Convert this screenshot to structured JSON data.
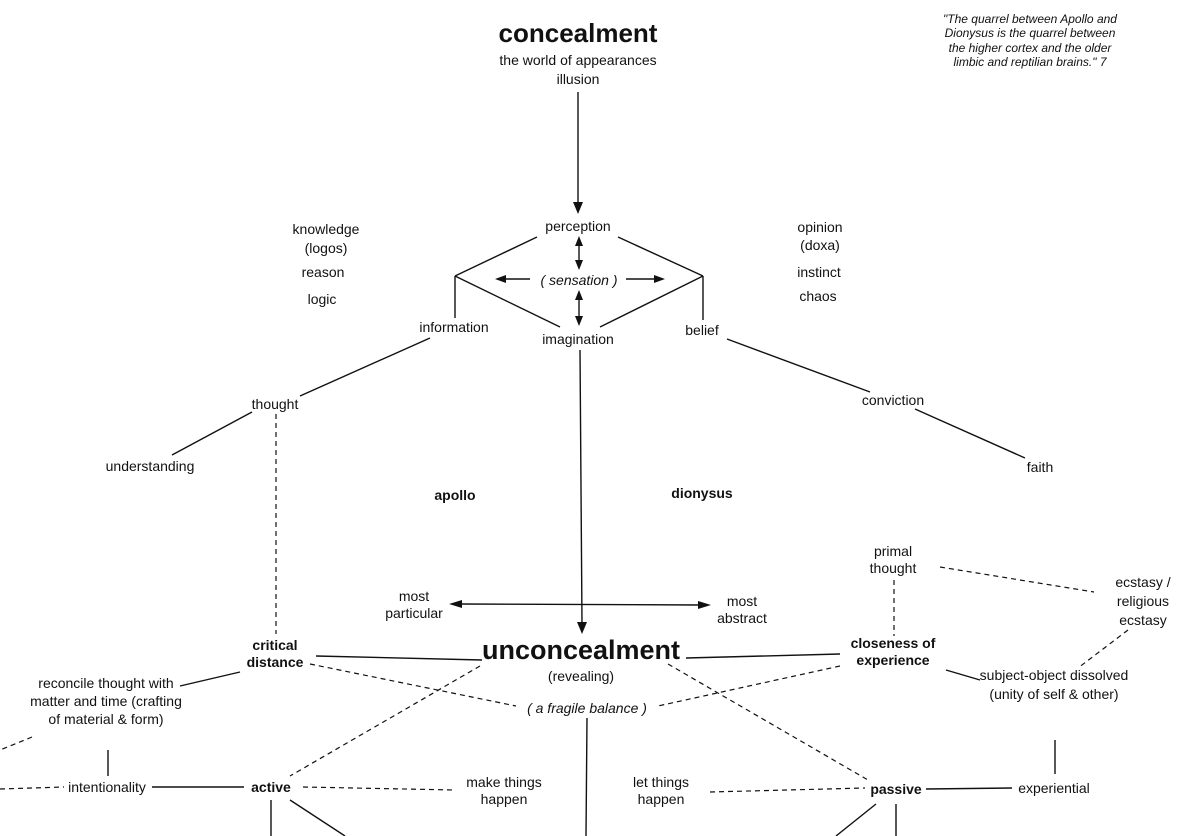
{
  "quote": "\"The quarrel between Apollo and Dionysus is the quarrel between the higher cortex and the older limbic and reptilian brains.\" 7",
  "top": {
    "title": "concealment",
    "subtitle": "the world of appearances",
    "sub2": "illusion"
  },
  "left_terms": {
    "knowledge": "knowledge",
    "logos": "(logos)",
    "reason": "reason",
    "logic": "logic"
  },
  "right_terms": {
    "opinion": "opinion",
    "doxa": "(doxa)",
    "instinct": "instinct",
    "chaos": "chaos"
  },
  "diamond": {
    "perception": "perception",
    "sensation": "( sensation )",
    "imagination": "imagination",
    "information": "information",
    "belief": "belief"
  },
  "left_branch": {
    "thought": "thought",
    "understanding": "understanding",
    "apollo": "apollo"
  },
  "right_branch": {
    "conviction": "conviction",
    "faith": "faith",
    "dionysus": "dionysus"
  },
  "axis": {
    "most_particular": "most particular",
    "most_abstract": "most abstract"
  },
  "center": {
    "title": "unconcealment",
    "revealing": "(revealing)",
    "balance": "( a fragile balance )"
  },
  "left_lower": {
    "critical_distance": "critical distance",
    "reconcile": "reconcile thought with matter and time (crafting of material & form)",
    "intentionality": "intentionality",
    "active": "active",
    "make_things_happen": "make things happen"
  },
  "right_lower": {
    "primal_thought": "primal thought",
    "ecstasy": "ecstasy / religious ecstasy",
    "closeness": "closeness of experience",
    "subject_object": "subject-object dissolved (unity of self & other)",
    "passive": "passive",
    "let_things_happen": "let things happen",
    "experiential": "experiential"
  }
}
